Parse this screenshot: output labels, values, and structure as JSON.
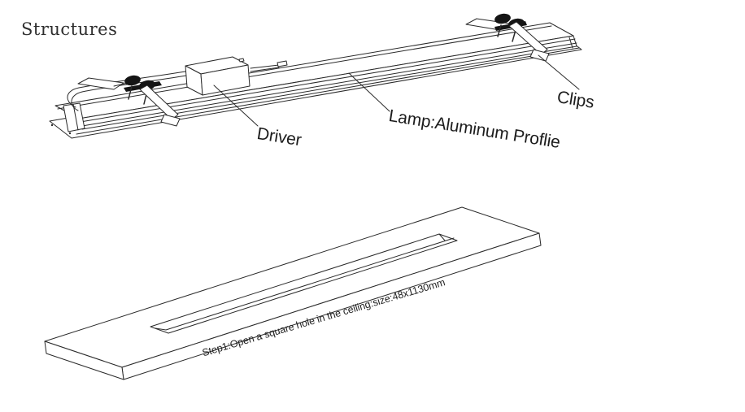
{
  "title": "Structures",
  "lamp_diagram": {
    "description": "recessed linear lamp assembly exploded view",
    "labels": {
      "driver": "Driver",
      "lamp_profile": "Lamp:Aluminum Proflie",
      "clips": "Clips"
    }
  },
  "installation_step": {
    "caption": "Step1:Open a square hole in the ceiling:size:48x1130mm"
  },
  "colors": {
    "line": "#2a2a2a",
    "text": "#1d1d1d",
    "background": "#ffffff"
  }
}
